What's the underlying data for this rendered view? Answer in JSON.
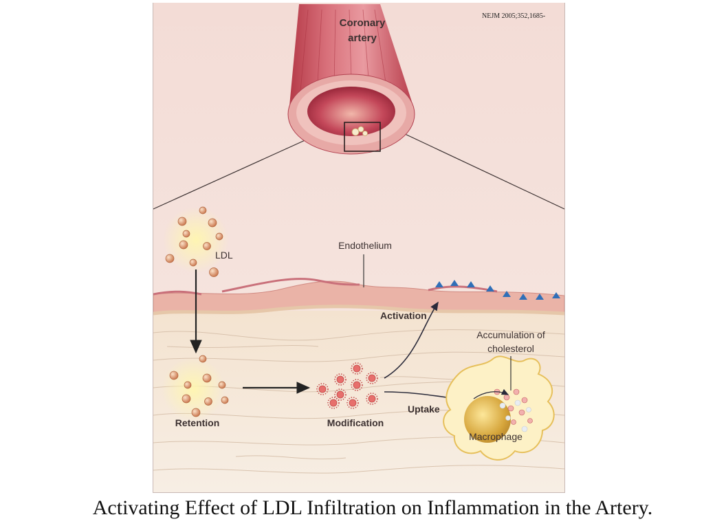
{
  "figure": {
    "citation": "NEJM 2005;352,1685-",
    "labels": {
      "artery_line1": "Coronary",
      "artery_line2": "artery",
      "ldl": "LDL",
      "endothelium": "Endothelium",
      "activation": "Activation",
      "accumulation_line1": "Accumulation of",
      "accumulation_line2": "cholesterol",
      "retention": "Retention",
      "modification": "Modification",
      "uptake": "Uptake",
      "macrophage": "Macrophage"
    }
  },
  "caption": "Activating Effect of LDL Infiltration on Inflammation in the Artery."
}
